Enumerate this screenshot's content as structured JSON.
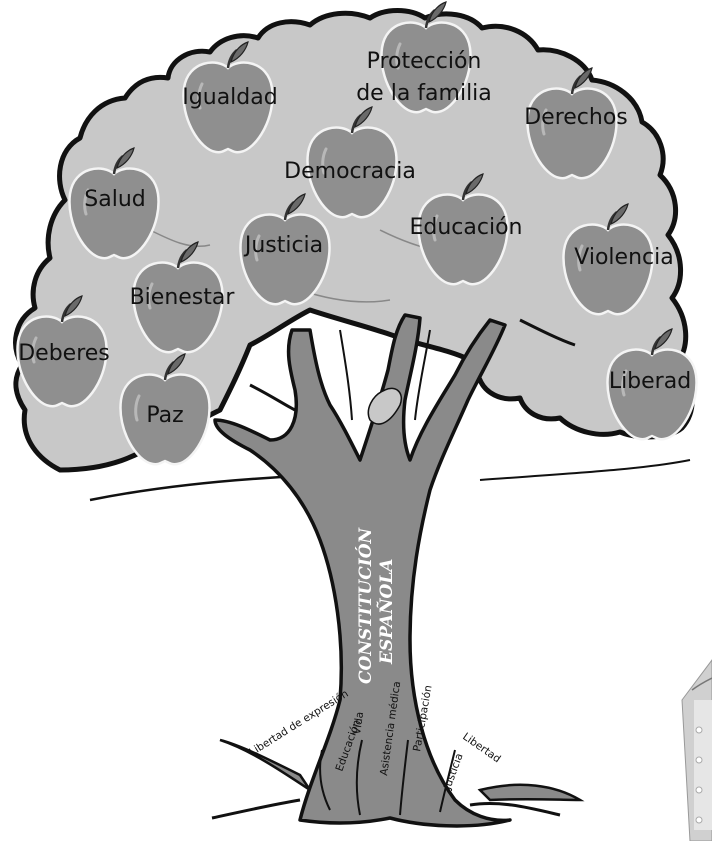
{
  "apples": [
    {
      "label": "Igualdad"
    },
    {
      "label": "Protección"
    },
    {
      "label": "de la familia"
    },
    {
      "label": "Derechos"
    },
    {
      "label": "Democracia"
    },
    {
      "label": "Salud"
    },
    {
      "label": "Educación"
    },
    {
      "label": "Justicia"
    },
    {
      "label": "Violencia"
    },
    {
      "label": "Bienestar"
    },
    {
      "label": "Deberes"
    },
    {
      "label": "Liberad"
    },
    {
      "label": "Paz"
    }
  ],
  "trunk": {
    "line1": "CONSTITUCIÓN",
    "line2": "ESPAÑOLA"
  },
  "roots": [
    {
      "label": "Libertad de expresión"
    },
    {
      "label": "Educación"
    },
    {
      "label": "Vida"
    },
    {
      "label": "Asistencia médica"
    },
    {
      "label": "Participación"
    },
    {
      "label": "Justicia"
    },
    {
      "label": "Libertad"
    }
  ],
  "colors": {
    "canopy": "#c8c8c8",
    "apple": "#8f8f8f",
    "trunk": "#8a8a8a",
    "outline": "#111111"
  },
  "icons": {
    "apple": "apple-icon",
    "leaf": "leaf-icon",
    "tab": "page-tab-icon"
  }
}
